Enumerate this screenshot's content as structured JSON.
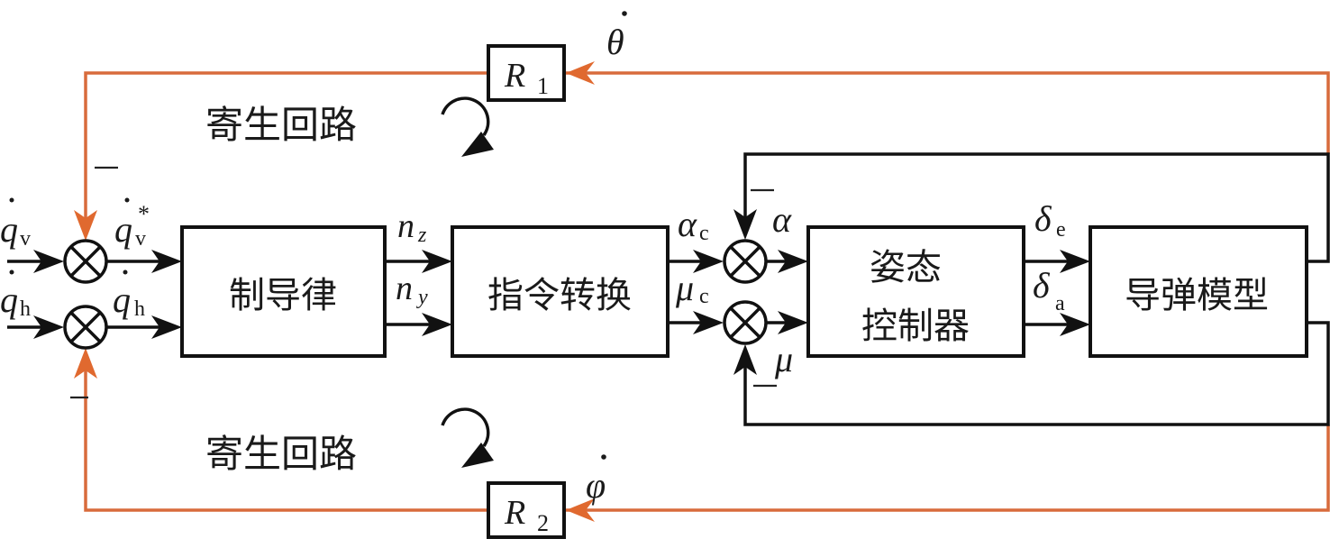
{
  "diagram": {
    "type": "block-diagram",
    "colors": {
      "main_signal": "#111111",
      "parasitic_feedback": "#d86b3c"
    },
    "blocks": {
      "guidance_law": "制导律",
      "command_conversion": "指令转换",
      "attitude_controller_line1": "姿态",
      "attitude_controller_line2": "控制器",
      "missile_model": "导弹模型",
      "r1": {
        "main": "R",
        "sub": "1"
      },
      "r2": {
        "main": "R",
        "sub": "2"
      }
    },
    "loop_labels": {
      "top": "寄生回路",
      "bottom": "寄生回路"
    },
    "signals": {
      "qv_in": {
        "main": "q",
        "sub": "v",
        "dot": true
      },
      "qh_in": {
        "main": "q",
        "sub": "h",
        "dot": true
      },
      "qv_star": {
        "main": "q",
        "sub": "v",
        "sup": "*",
        "dot": true
      },
      "qh_out": {
        "main": "q",
        "sub": "h",
        "dot": true
      },
      "nz": {
        "main": "n",
        "sub": "z"
      },
      "ny": {
        "main": "n",
        "sub": "y"
      },
      "alpha_c": {
        "main": "α",
        "sub": "c"
      },
      "mu_c": {
        "main": "μ",
        "sub": "c"
      },
      "alpha": {
        "main": "α"
      },
      "mu": {
        "main": "μ"
      },
      "delta_e": {
        "main": "δ",
        "sub": "e"
      },
      "delta_a": {
        "main": "δ",
        "sub": "a"
      },
      "theta_dot": {
        "main": "θ",
        "dot": true
      },
      "phi_dot": {
        "main": "φ",
        "dot": true
      }
    },
    "summing_junction_symbol": "⊗",
    "minus_sign": "—"
  }
}
